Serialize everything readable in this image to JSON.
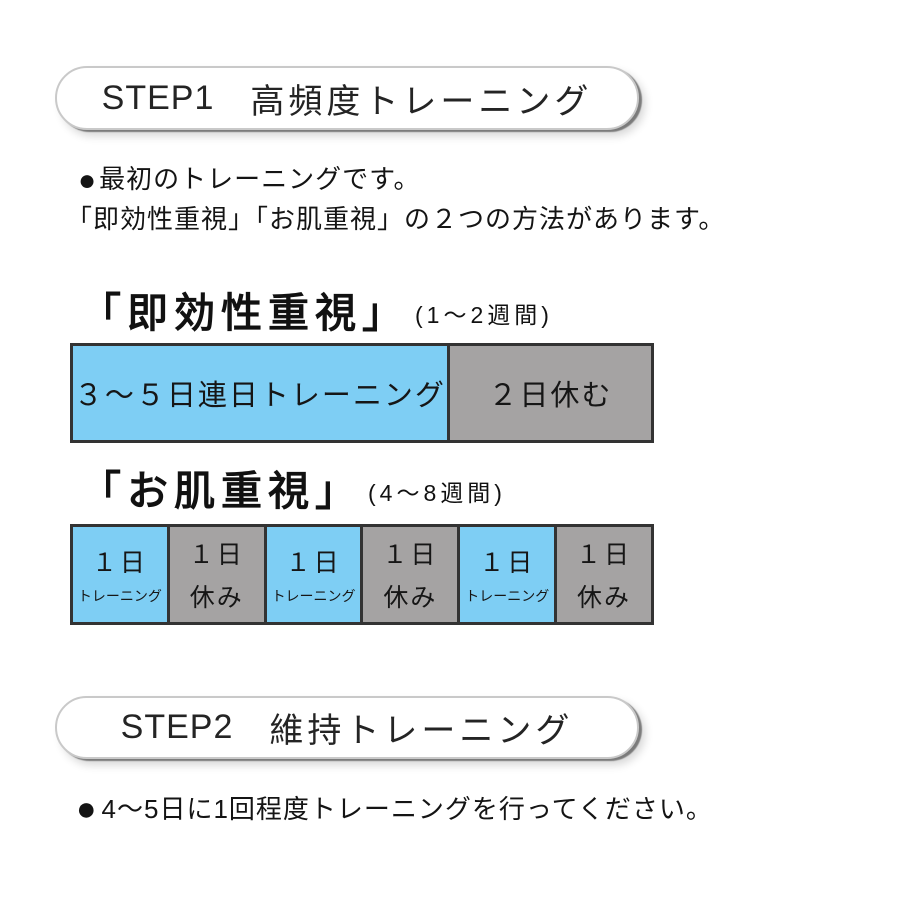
{
  "palette": {
    "training_blue": "#7ECEF4",
    "rest_gray": "#A5A3A3",
    "bar_border": "#333333",
    "background": "#FFFFFF"
  },
  "step1": {
    "prefix": "STEP1",
    "title": "高頻度トレーニング"
  },
  "intro": {
    "bullet": "●",
    "line1": "最初のトレーニングです。",
    "line2": "「即効性重視」「お肌重視」の２つの方法があります。"
  },
  "method1": {
    "title": "「即効性重視」",
    "duration": "(1～2週間)",
    "bar": {
      "training_label": "３～５日連日トレーニング",
      "rest_label": "２日休む",
      "training_ratio_percent": 65,
      "rest_ratio_percent": 35
    }
  },
  "method2": {
    "title": "「お肌重視」",
    "duration": "(4～8週間)",
    "cells": [
      {
        "type": "training",
        "line1": "１日",
        "line2": "トレーニング"
      },
      {
        "type": "rest",
        "line1": "１日",
        "line2": "休み"
      },
      {
        "type": "training",
        "line1": "１日",
        "line2": "トレーニング"
      },
      {
        "type": "rest",
        "line1": "１日",
        "line2": "休み"
      },
      {
        "type": "training",
        "line1": "１日",
        "line2": "トレーニング"
      },
      {
        "type": "rest",
        "line1": "１日",
        "line2": "休み"
      }
    ]
  },
  "step2": {
    "prefix": "STEP2",
    "title": "維持トレーニング"
  },
  "outro": {
    "bullet": "●",
    "line": "4～5日に1回程度トレーニングを行ってください。"
  }
}
